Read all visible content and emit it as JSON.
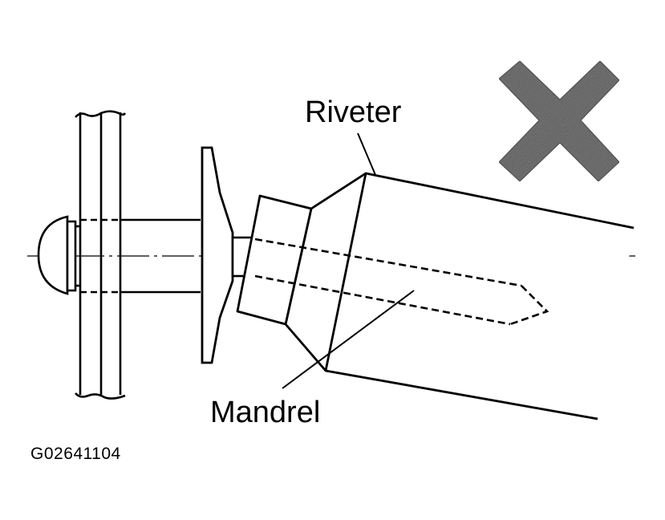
{
  "labels": {
    "riveter": "Riveter",
    "mandrel": "Mandrel"
  },
  "figure_id": "G02641104",
  "prohibited_mark_icon": "cross-x-icon",
  "colors": {
    "line": "#000000",
    "cross_mark": "#7a7a7a",
    "background": "#ffffff"
  }
}
